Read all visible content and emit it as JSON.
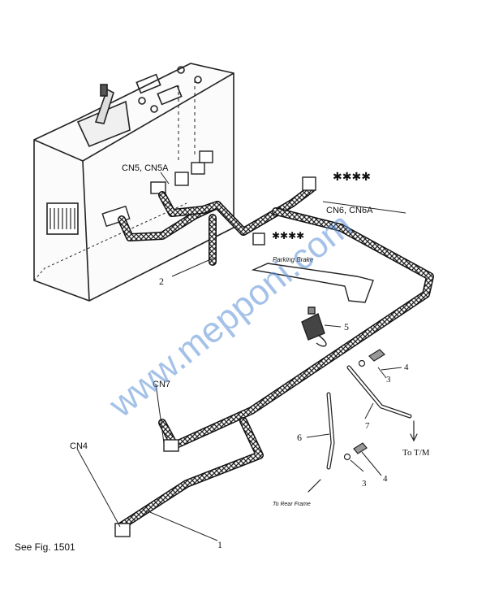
{
  "labels": {
    "cn5": "CN5, CN5A",
    "cn6": "CN6, CN6A",
    "cn7": "CN7",
    "cn4": "CN4",
    "parking_brake": "Parking Brake",
    "to_tm": "To T/M",
    "to_rear_frame": "To Rear Frame",
    "see_fig": "See Fig. 1501"
  },
  "callouts": {
    "c1": "1",
    "c2": "2",
    "c3a": "3",
    "c3b": "3",
    "c4a": "4",
    "c4b": "4",
    "c5": "5",
    "c6": "6",
    "c7": "7"
  },
  "watermark": "www.mepponi.com"
}
